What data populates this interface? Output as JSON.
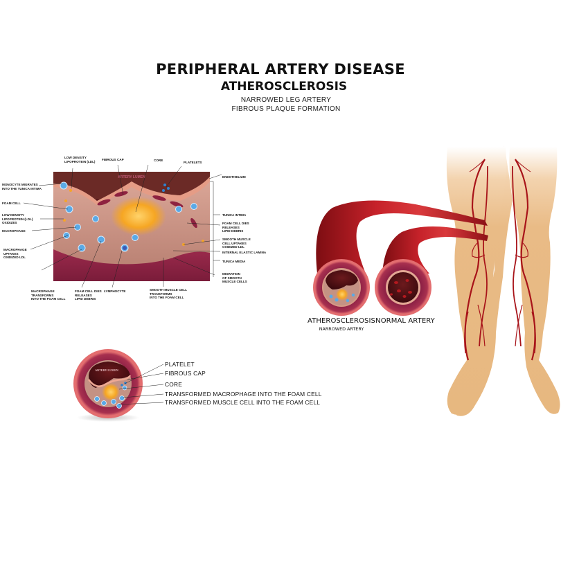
{
  "title": {
    "main": "PERIPHERAL ARTERY DISEASE",
    "sub": "ATHEROSCLEROSIS",
    "lines": [
      "NARROWED LEG ARTERY",
      "FIBROUS PLAQUE FORMATION"
    ]
  },
  "cross_section": {
    "lumen_label": "ARTERY LUMEN",
    "left_labels": [
      "MONOCYTE MIGRATES\nINTO THE TUNICA INTIMA",
      "FOAM CELL",
      "LOW DENSITY\nLIPOPROTEIN (LDL)\nOXIDIZES",
      "MACROPHAGE",
      "MACROPHAGE\nUPTAKES\nOXIDIZED LDL"
    ],
    "top_labels": [
      "LOW DENSITY\nLIPOPROTEIN (LDL)",
      "FIBROUS CAP",
      "CORE",
      "PLATELETS"
    ],
    "right_labels": [
      "ENDOTHELIUM",
      "TUNICA INTIMA",
      "FOAM CELL DIES\nRELEASES\nLIPID DEBRIS",
      "SMOOTH MUSCLE\nCELL UPTAKES\nOXIDIZED LDL",
      "INTERNAL ELASTIC LAMINA",
      "TUNICA MEDIA",
      "MIGRATION\nOF SMOOTH\nMUSCLE CELLS"
    ],
    "bottom_labels": [
      "MACROPHAGE\nTRANSFORMS\nINTO THE FOAM CELL",
      "FOAM CELL DIES\nRELEASES\nLIPID DEBRIS",
      "LYMPHOCYTE",
      "SMOOTH MUSCLE CELL\nTRANSFORMS\nINTO THE FOAM CELL"
    ]
  },
  "circle_detail": {
    "lumen_label": "ARTERY LUMEN",
    "labels": [
      "PLATELET",
      "FIBROUS CAP",
      "CORE",
      "TRANSFORMED MACROPHAGE INTO THE FOAM CELL",
      "TRANSFORMED MUSCLE CELL INTO THE FOAM CELL"
    ]
  },
  "arteries": {
    "atherosclerosis": {
      "title": "ATHEROSCLEROSIS",
      "subtitle": "NARROWED ARTERY"
    },
    "normal": {
      "title": "NORMAL ARTERY"
    }
  },
  "colors": {
    "skin": "#e8b983",
    "artery_red": "#b3171c",
    "vessel_wall": "#9e2a4a",
    "lumen_dark": "#4a0d12",
    "plaque_core": "#f6a623",
    "cell_blue": "#5aa9e6",
    "intima_pink": "#e8a290"
  }
}
